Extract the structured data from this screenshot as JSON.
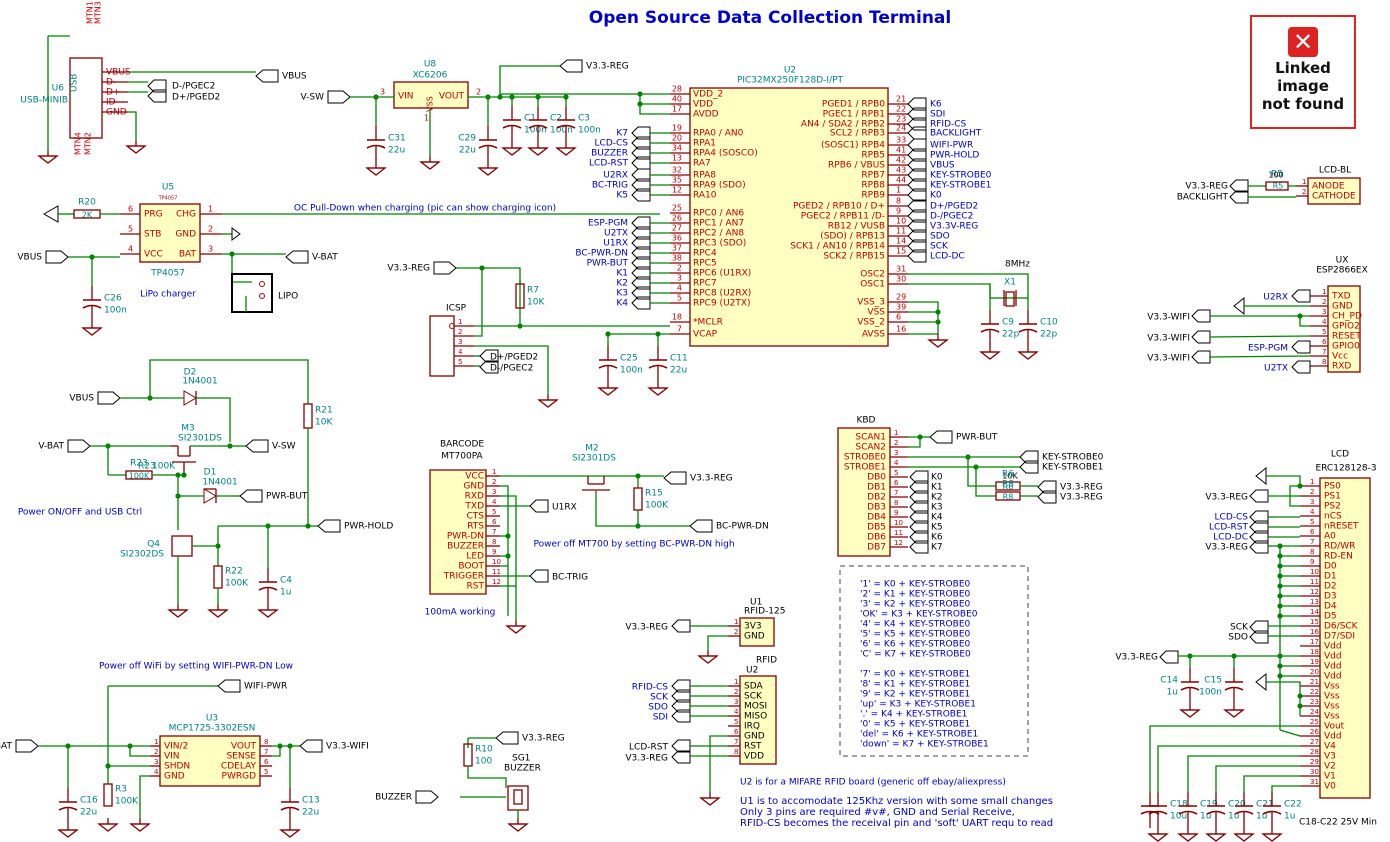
{
  "title": "Open Source Data Collection Terminal",
  "broken_image": {
    "text_lines": [
      "Linked",
      "image",
      "not found"
    ]
  },
  "notes": {
    "charging": "OC Pull-Down when charging (pic can show charging icon)",
    "power_ctrl": "Power ON/OFF and USB Ctrl",
    "wifi_power": "Power off WiFi by setting WIFI-PWR-DN Low",
    "barcode_power": "Power off MT700 by setting BC-PWR-DN high",
    "barcode_current": "100mA working",
    "rfid_u2": "U2 is for a MIFARE RFID board (generic off ebay/aliexpress)",
    "rfid_u1": [
      "U1 is to accomodate 125Khz version with some small changes",
      "Only 3 pins are required #v#, GND and Serial Receive,",
      "RFID-CS becomes the receival pin and 'soft' UART requ to read"
    ],
    "caps_rating": "C18-C22 25V Min"
  },
  "keymap": [
    "'1' = K0 + KEY-STROBE0",
    "'2' = K1 + KEY-STROBE0",
    "'3' = K2 + KEY-STROBE0",
    "'OK' = K3 + KEY-STROBE0",
    "'4' = K4 + KEY-STROBE0",
    "'5' = K5 + KEY-STROBE0",
    "'6' = K6 + KEY-STROBE0",
    "'C' = K7 + KEY-STROBE0",
    "",
    "'7' = K0 + KEY-STROBE1",
    "'8' = K1 + KEY-STROBE1",
    "'9' = K2 + KEY-STROBE1",
    "'up' = K3 + KEY-STROBE1",
    "'.' = K4 + KEY-STROBE1",
    "'0' = K5 + KEY-STROBE1",
    "'del' = K6 + KEY-STROBE1",
    "'down' = K7 + KEY-STROBE1"
  ],
  "mcu": {
    "ref": "U2",
    "value": "PIC32MX250F128D-I/PT",
    "left_pins": [
      {
        "num": "28",
        "name": "VDD_2",
        "net": ""
      },
      {
        "num": "40",
        "name": "VDD",
        "net": ""
      },
      {
        "num": "17",
        "name": "AVDD",
        "net": ""
      },
      {
        "num": "19",
        "name": "RPA0 / AN0",
        "net": "K7"
      },
      {
        "num": "20",
        "name": "RPA1",
        "net": "LCD-CS"
      },
      {
        "num": "34",
        "name": "RPA4 (SOSCO)",
        "net": "BUZZER"
      },
      {
        "num": "13",
        "name": "RA7",
        "net": "LCD-RST"
      },
      {
        "num": "32",
        "name": "RPA8",
        "net": "U2RX"
      },
      {
        "num": "35",
        "name": "RPA9 (SDO)",
        "net": "BC-TRIG"
      },
      {
        "num": "12",
        "name": "RA10",
        "net": "K5"
      },
      {
        "num": "25",
        "name": "RPC0 / AN6",
        "net": ""
      },
      {
        "num": "26",
        "name": "RPC1 / AN7",
        "net": "ESP-PGM"
      },
      {
        "num": "27",
        "name": "RPC2 / AN8",
        "net": "U2TX"
      },
      {
        "num": "36",
        "name": "RPC3 (SDO)",
        "net": "U1RX"
      },
      {
        "num": "37",
        "name": "RPC4",
        "net": "BC-PWR-DN"
      },
      {
        "num": "38",
        "name": "RPC5",
        "net": "PWR-BUT"
      },
      {
        "num": "2",
        "name": "RPC6 (U1RX)",
        "net": "K1"
      },
      {
        "num": "3",
        "name": "RPC7",
        "net": "K2"
      },
      {
        "num": "4",
        "name": "RPC8 (U2RX)",
        "net": "K3"
      },
      {
        "num": "5",
        "name": "RPC9 (U2TX)",
        "net": "K4"
      },
      {
        "num": "18",
        "name": "*MCLR",
        "net": ""
      },
      {
        "num": "7",
        "name": "VCAP",
        "net": ""
      }
    ],
    "right_pins": [
      {
        "num": "21",
        "name": "PGED1 / RPB0",
        "net": "K6"
      },
      {
        "num": "22",
        "name": "PGEC1 / RPB1",
        "net": "SDI"
      },
      {
        "num": "23",
        "name": "AN4 / SDA2 / RPB2",
        "net": "RFID-CS"
      },
      {
        "num": "24",
        "name": "SCL2 / RPB3",
        "net": "BACKLIGHT"
      },
      {
        "num": "33",
        "name": "(SOSC1) RPB4",
        "net": "WIFI-PWR"
      },
      {
        "num": "41",
        "name": "RPB5",
        "net": "PWR-HOLD"
      },
      {
        "num": "42",
        "name": "RPB6 / VBUS",
        "net": "VBUS"
      },
      {
        "num": "43",
        "name": "RPB7",
        "net": "KEY-STROBE0"
      },
      {
        "num": "44",
        "name": "RPB8",
        "net": "KEY-STROBE1"
      },
      {
        "num": "1",
        "name": "RPB9",
        "net": "K0"
      },
      {
        "num": "8",
        "name": "PGED2 / RPB10 / D+",
        "net": "D+/PGED2"
      },
      {
        "num": "9",
        "name": "PGEC2 / RPB11 /D-",
        "net": "D-/PGEC2"
      },
      {
        "num": "10",
        "name": "RB12 / VUSB",
        "net": "V3.3V-REG"
      },
      {
        "num": "11",
        "name": "(SDO) / RPB13",
        "net": "SDO"
      },
      {
        "num": "14",
        "name": "SCK1 / AN10 / RPB14",
        "net": "SCK"
      },
      {
        "num": "15",
        "name": "SCK2 / RPB15",
        "net": "LCD-DC"
      },
      {
        "num": "31",
        "name": "OSC2",
        "net": ""
      },
      {
        "num": "30",
        "name": "OSC1",
        "net": ""
      },
      {
        "num": "29",
        "name": "VSS_3",
        "net": ""
      },
      {
        "num": "39",
        "name": "VSS",
        "net": ""
      },
      {
        "num": "6",
        "name": "VSS_2",
        "net": ""
      },
      {
        "num": "16",
        "name": "AVSS",
        "net": ""
      }
    ]
  },
  "usb": {
    "ref": "U6",
    "type": "USB",
    "value": "USB-MINIB",
    "pins": [
      "VBUS",
      "D-",
      "D+",
      "ID",
      "GND"
    ],
    "mtn_top": [
      "MTN1",
      "MTN3"
    ],
    "mtn_bot": [
      "MTN4",
      "MTN2"
    ],
    "nets": [
      "VBUS",
      "D-/PGEC2",
      "D+/PGED2"
    ]
  },
  "reg_main": {
    "ref": "U8",
    "value": "XC6206",
    "pins": [
      "VIN",
      "VSS",
      "VOUT"
    ],
    "pin_nums": [
      "3",
      "1",
      "2"
    ],
    "in_net": "V-SW",
    "out_net": "V3.3-REG"
  },
  "caps_top": [
    {
      "ref": "C31",
      "val": "22u"
    },
    {
      "ref": "C29",
      "val": "22u"
    },
    {
      "ref": "C1",
      "val": "100n"
    },
    {
      "ref": "C2",
      "val": "100n"
    },
    {
      "ref": "C3",
      "val": "100n"
    }
  ],
  "charger": {
    "ref": "U5",
    "value": "TP4057",
    "sub": "TP4057",
    "desc": "LiPo charger",
    "pins_left": [
      {
        "n": "6",
        "name": "PRG"
      },
      {
        "n": "5",
        "name": "STB"
      },
      {
        "n": "4",
        "name": "VCC"
      }
    ],
    "pins_right": [
      {
        "n": "1",
        "name": "CHG"
      },
      {
        "n": "2",
        "name": "GND"
      },
      {
        "n": "3",
        "name": "BAT"
      }
    ],
    "r_ref": "R20",
    "r_val": "2K",
    "c_ref": "C26",
    "c_val": "100n",
    "batt": "LIPO",
    "nets": [
      "VBUS",
      "V-BAT"
    ]
  },
  "power_ctrl": {
    "d2": "D2",
    "d2v": "1N4001",
    "m3": "M3",
    "m3v": "SI2301DS",
    "r23": "R23",
    "r23v": "100K",
    "d1": "D1",
    "d1v": "1N4001",
    "r21": "R21",
    "r21v": "10K",
    "q4": "Q4",
    "q4v": "SI2302DS",
    "r22": "R22",
    "r22v": "100K",
    "c4": "C4",
    "c4v": "1u",
    "nets": [
      "VBUS",
      "V-BAT",
      "V-SW",
      "PWR-BUT",
      "PWR-HOLD"
    ]
  },
  "icsp": {
    "ref": "ICSP",
    "pins": [
      "1",
      "2",
      "3",
      "4",
      "5"
    ],
    "nets": [
      "D+/PGED2",
      "D-/PGEC2",
      "V3.3-REG"
    ],
    "r7": "R7",
    "r7v": "10K",
    "c25": "C25",
    "c25v": "100n",
    "c11": "C11",
    "c11v": "22u"
  },
  "crystal": {
    "freq": "8MHz",
    "ref": "X1",
    "c9": "C9",
    "c9v": "22p",
    "c10": "C10",
    "c10v": "22p"
  },
  "lcd_bl": {
    "ref": "LCD-BL",
    "pins": [
      {
        "n": "1",
        "name": "ANODE"
      },
      {
        "n": "2",
        "name": "CATHODE"
      }
    ],
    "r": "R5",
    "rv": "100",
    "nets": [
      "V3.3-REG",
      "BACKLIGHT"
    ]
  },
  "esp": {
    "ref": "UX",
    "value": "ESP2866EX",
    "pins": [
      {
        "n": "1",
        "name": "TXD"
      },
      {
        "n": "2",
        "name": "GND"
      },
      {
        "n": "3",
        "name": "CH_PD"
      },
      {
        "n": "4",
        "name": "GPIO2"
      },
      {
        "n": "5",
        "name": "RESET"
      },
      {
        "n": "6",
        "name": "GPIO0"
      },
      {
        "n": "7",
        "name": "Vcc"
      },
      {
        "n": "8",
        "name": "RXD"
      }
    ],
    "nets": [
      "U2RX",
      "V3.3-WIFI",
      "V3.3-WIFI",
      "ESP-PGM",
      "V3.3-WIFI",
      "U2TX"
    ]
  },
  "kbd": {
    "ref": "KBD",
    "pins": [
      {
        "n": "1",
        "name": "SCAN1"
      },
      {
        "n": "2",
        "name": "SCAN2"
      },
      {
        "n": "3",
        "name": "STROBE0"
      },
      {
        "n": "4",
        "name": "STROBE1"
      },
      {
        "n": "5",
        "name": "DB0"
      },
      {
        "n": "6",
        "name": "DB1"
      },
      {
        "n": "7",
        "name": "DB2"
      },
      {
        "n": "8",
        "name": "DB3"
      },
      {
        "n": "9",
        "name": "DB4"
      },
      {
        "n": "10",
        "name": "DB5"
      },
      {
        "n": "11",
        "name": "DB6"
      },
      {
        "n": "12",
        "name": "DB7"
      }
    ],
    "k_nets": [
      "K0",
      "K1",
      "K2",
      "K3",
      "K4",
      "K5",
      "K6",
      "K7"
    ],
    "r_val": "10K",
    "r6": "R6",
    "r8": "R8",
    "nets": [
      "PWR-BUT",
      "KEY-STROBE0",
      "KEY-STROBE1",
      "V3.3-REG",
      "V3.3-REG"
    ]
  },
  "barcode": {
    "ref": "BARCODE",
    "value": "MT700PA",
    "pins": [
      {
        "n": "1",
        "name": "VCC"
      },
      {
        "n": "2",
        "name": "GND"
      },
      {
        "n": "3",
        "name": "RXD"
      },
      {
        "n": "4",
        "name": "TXD"
      },
      {
        "n": "5",
        "name": "CTS"
      },
      {
        "n": "6",
        "name": "RTS"
      },
      {
        "n": "7",
        "name": "PWR-DN"
      },
      {
        "n": "8",
        "name": "BUZZER"
      },
      {
        "n": "9",
        "name": "LED"
      },
      {
        "n": "10",
        "name": "BOOT"
      },
      {
        "n": "11",
        "name": "TRIGGER"
      },
      {
        "n": "12",
        "name": "RST"
      }
    ],
    "m2": "M2",
    "m2v": "SI2301DS",
    "r15": "R15",
    "r15v": "100K",
    "nets": [
      "U1RX",
      "BC-TRIG",
      "V3.3-REG",
      "BC-PWR-DN"
    ]
  },
  "rfid1": {
    "ref": "U1",
    "value": "RFID-125",
    "pins": [
      {
        "n": "1",
        "name": "3V3"
      },
      {
        "n": "2",
        "name": "GND"
      }
    ],
    "net": "V3.3-REG"
  },
  "rfid2": {
    "ref": "RFID",
    "value": "U2",
    "pins": [
      {
        "n": "1",
        "name": "SDA"
      },
      {
        "n": "2",
        "name": "SCK"
      },
      {
        "n": "3",
        "name": "MOSI"
      },
      {
        "n": "4",
        "name": "MISO"
      },
      {
        "n": "5",
        "name": "IRQ"
      },
      {
        "n": "6",
        "name": "GND"
      },
      {
        "n": "7",
        "name": "RST"
      },
      {
        "n": "8",
        "name": "VDD"
      }
    ],
    "nets": [
      "RFID-CS",
      "SCK",
      "SDO",
      "SDI",
      "LCD-RST",
      "V3.3-REG"
    ]
  },
  "buzzer": {
    "ref": "SG1",
    "value": "BUZZER",
    "r": "R10",
    "rv": "100",
    "nets": [
      "V3.3-REG",
      "BUZZER"
    ]
  },
  "wifi_reg": {
    "ref": "U3",
    "value": "MCP1725-3302ESN",
    "pins_left": [
      {
        "n": "1",
        "name": "VIN/2"
      },
      {
        "n": "2",
        "name": "VIN"
      },
      {
        "n": "3",
        "name": "SHDN"
      },
      {
        "n": "4",
        "name": "GND"
      }
    ],
    "pins_right": [
      {
        "n": "8",
        "name": "VOUT"
      },
      {
        "n": "7",
        "name": "SENSE"
      },
      {
        "n": "6",
        "name": "CDELAY"
      },
      {
        "n": "5",
        "name": "PWRGD"
      }
    ],
    "c16": "C16",
    "c16v": "22u",
    "r3": "R3",
    "r3v": "100K",
    "c13": "C13",
    "c13v": "22u",
    "nets": [
      "V-BAT",
      "WIFI-PWR",
      "V3.3-WIFI"
    ]
  },
  "lcd": {
    "ref": "LCD",
    "value": "ERC128128-3",
    "pins": [
      {
        "n": "1",
        "name": "PS0"
      },
      {
        "n": "2",
        "name": "PS1"
      },
      {
        "n": "3",
        "name": "PS2"
      },
      {
        "n": "4",
        "name": "nCS"
      },
      {
        "n": "5",
        "name": "nRESET"
      },
      {
        "n": "6",
        "name": "A0"
      },
      {
        "n": "7",
        "name": "RD/WR"
      },
      {
        "n": "8",
        "name": "RD-EN"
      },
      {
        "n": "9",
        "name": "D0"
      },
      {
        "n": "10",
        "name": "D1"
      },
      {
        "n": "11",
        "name": "D2"
      },
      {
        "n": "12",
        "name": "D3"
      },
      {
        "n": "13",
        "name": "D4"
      },
      {
        "n": "14",
        "name": "D5"
      },
      {
        "n": "15",
        "name": "D6/SCK"
      },
      {
        "n": "16",
        "name": "D7/SDI"
      },
      {
        "n": "17",
        "name": "Vdd"
      },
      {
        "n": "18",
        "name": "Vdd"
      },
      {
        "n": "19",
        "name": "Vdd"
      },
      {
        "n": "20",
        "name": "Vdd"
      },
      {
        "n": "21",
        "name": "Vss"
      },
      {
        "n": "22",
        "name": "Vss"
      },
      {
        "n": "23",
        "name": "Vss"
      },
      {
        "n": "24",
        "name": "Vss"
      },
      {
        "n": "25",
        "name": "Vout"
      },
      {
        "n": "26",
        "name": "Vdd"
      },
      {
        "n": "27",
        "name": "V4"
      },
      {
        "n": "28",
        "name": "V3"
      },
      {
        "n": "29",
        "name": "V2"
      },
      {
        "n": "30",
        "name": "V1"
      },
      {
        "n": "31",
        "name": "V0"
      }
    ],
    "nets": [
      "V3.3-REG",
      "LCD-CS",
      "LCD-RST",
      "LCD-DC",
      "V3.3-REG",
      "SCK",
      "SDO",
      "V3.3-REG"
    ],
    "c14": "C14",
    "c14v": "1u",
    "c15": "C15",
    "c15v": "100n",
    "bot_caps": [
      {
        "ref": "C18",
        "val": "10u"
      },
      {
        "ref": "C19",
        "val": "1u"
      },
      {
        "ref": "C20",
        "val": "1u"
      },
      {
        "ref": "C21",
        "val": "1u"
      },
      {
        "ref": "C22",
        "val": "1u"
      }
    ]
  }
}
